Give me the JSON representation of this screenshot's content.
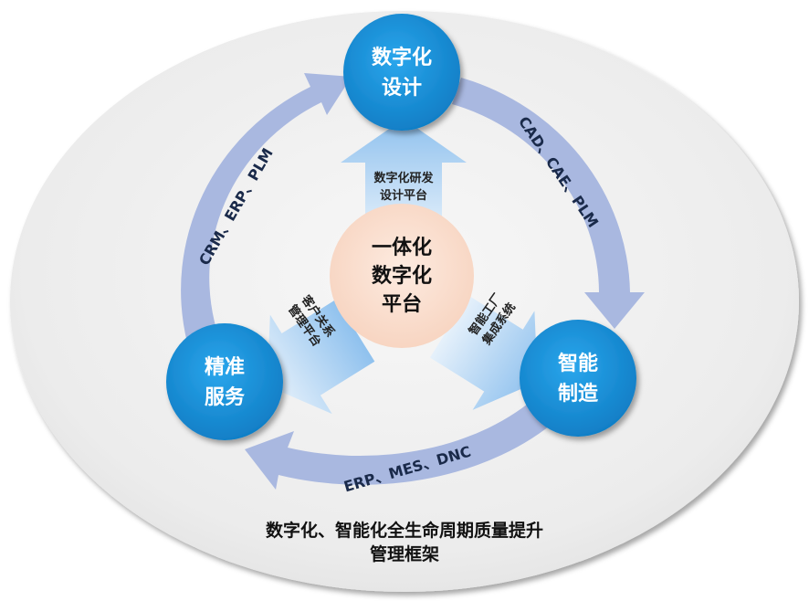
{
  "nodes": {
    "design": {
      "line1": "数字化",
      "line2": "设计"
    },
    "manufacturing": {
      "line1": "智能",
      "line2": "制造"
    },
    "service": {
      "line1": "精准",
      "line2": "服务"
    }
  },
  "center": {
    "line1": "一体化",
    "line2": "数字化",
    "line3": "平台"
  },
  "inner_arrows": {
    "up": {
      "line1": "数字化研发",
      "line2": "设计平台"
    },
    "right": {
      "line1": "智能工厂",
      "line2": "集成系统"
    },
    "left": {
      "line1": "客户关系",
      "line2": "管理平台"
    }
  },
  "loop_labels": {
    "design_to_manufacturing": "CAD、CAE、PLM",
    "manufacturing_to_service": "ERP、MES、DNC",
    "service_to_design": "CRM、ERP、PLM"
  },
  "footer": {
    "line1": "数字化、智能化全生命周期质量提升",
    "line2": "管理框架"
  },
  "colors": {
    "node_fill": "#1a8fd6",
    "center_fill": "#fbe1d2",
    "loop_arrow": "#a9b8e0",
    "inner_arrow": "#bcd9f5",
    "background_ellipse": "#eeeeee"
  }
}
